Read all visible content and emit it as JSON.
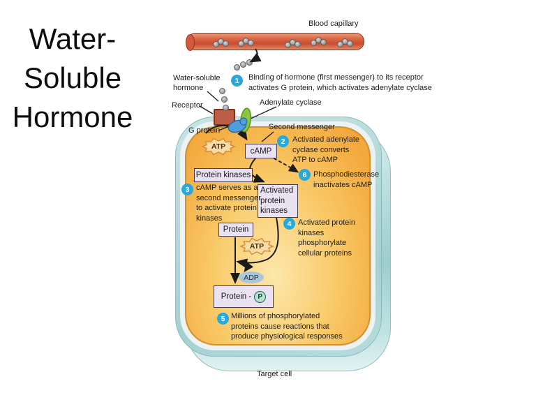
{
  "slide": {
    "title": "Water-\nSoluble\nHormone",
    "blood_capillary_label": "Blood capillary",
    "target_cell_label": "Target cell"
  },
  "labels": {
    "water_soluble_hormone": "Water-soluble\nhormone",
    "receptor": "Receptor",
    "adenylate_cyclase": "Adenylate cyclase",
    "g_protein": "G protein",
    "second_messenger": "Second messenger",
    "atp": "ATP",
    "camp": "cAMP",
    "adp": "ADP",
    "protein_kinases": "Protein kinases",
    "activated_protein_kinases": "Activated\nprotein\nkinases",
    "protein": "Protein",
    "protein_p_prefix": "Protein -",
    "phosphate": "P"
  },
  "steps": [
    {
      "num": "1",
      "text": "Binding of hormone (first messenger) to its receptor\nactivates G protein, which activates adenylate cyclase"
    },
    {
      "num": "2",
      "text": "Activated adenylate\ncyclase converts\nATP to cAMP"
    },
    {
      "num": "3",
      "text": "cAMP serves as a\nsecond messenger\nto activate protein\nkinases"
    },
    {
      "num": "4",
      "text": "Activated protein\nkinases\nphosphorylate\ncellular proteins"
    },
    {
      "num": "5",
      "text": "Millions of phosphorylated\nproteins cause reactions that\nproduce physiological responses"
    },
    {
      "num": "6",
      "text": "Phosphodiesterase\ninactivates cAMP"
    }
  ],
  "colors": {
    "step_badge_blue": "#29a8da",
    "cell_membrane_teal": "#a5d0d2",
    "cell_interior_orange": "#f3a83c",
    "cell_interior_light": "#fde7ab",
    "capillary_red": "#c94c30",
    "box_lavender": "#eae1f3",
    "atp_fill": "#f7dca8",
    "atp_border": "#dd8a33",
    "adp_fill": "#a9c6da",
    "receptor_brown": "#bc5e47",
    "g_protein_blue": "#4f9fdd",
    "adenylate_cyclase_green": "#8cc63f",
    "phosphate_circle_teal": "#b5e3cf"
  }
}
